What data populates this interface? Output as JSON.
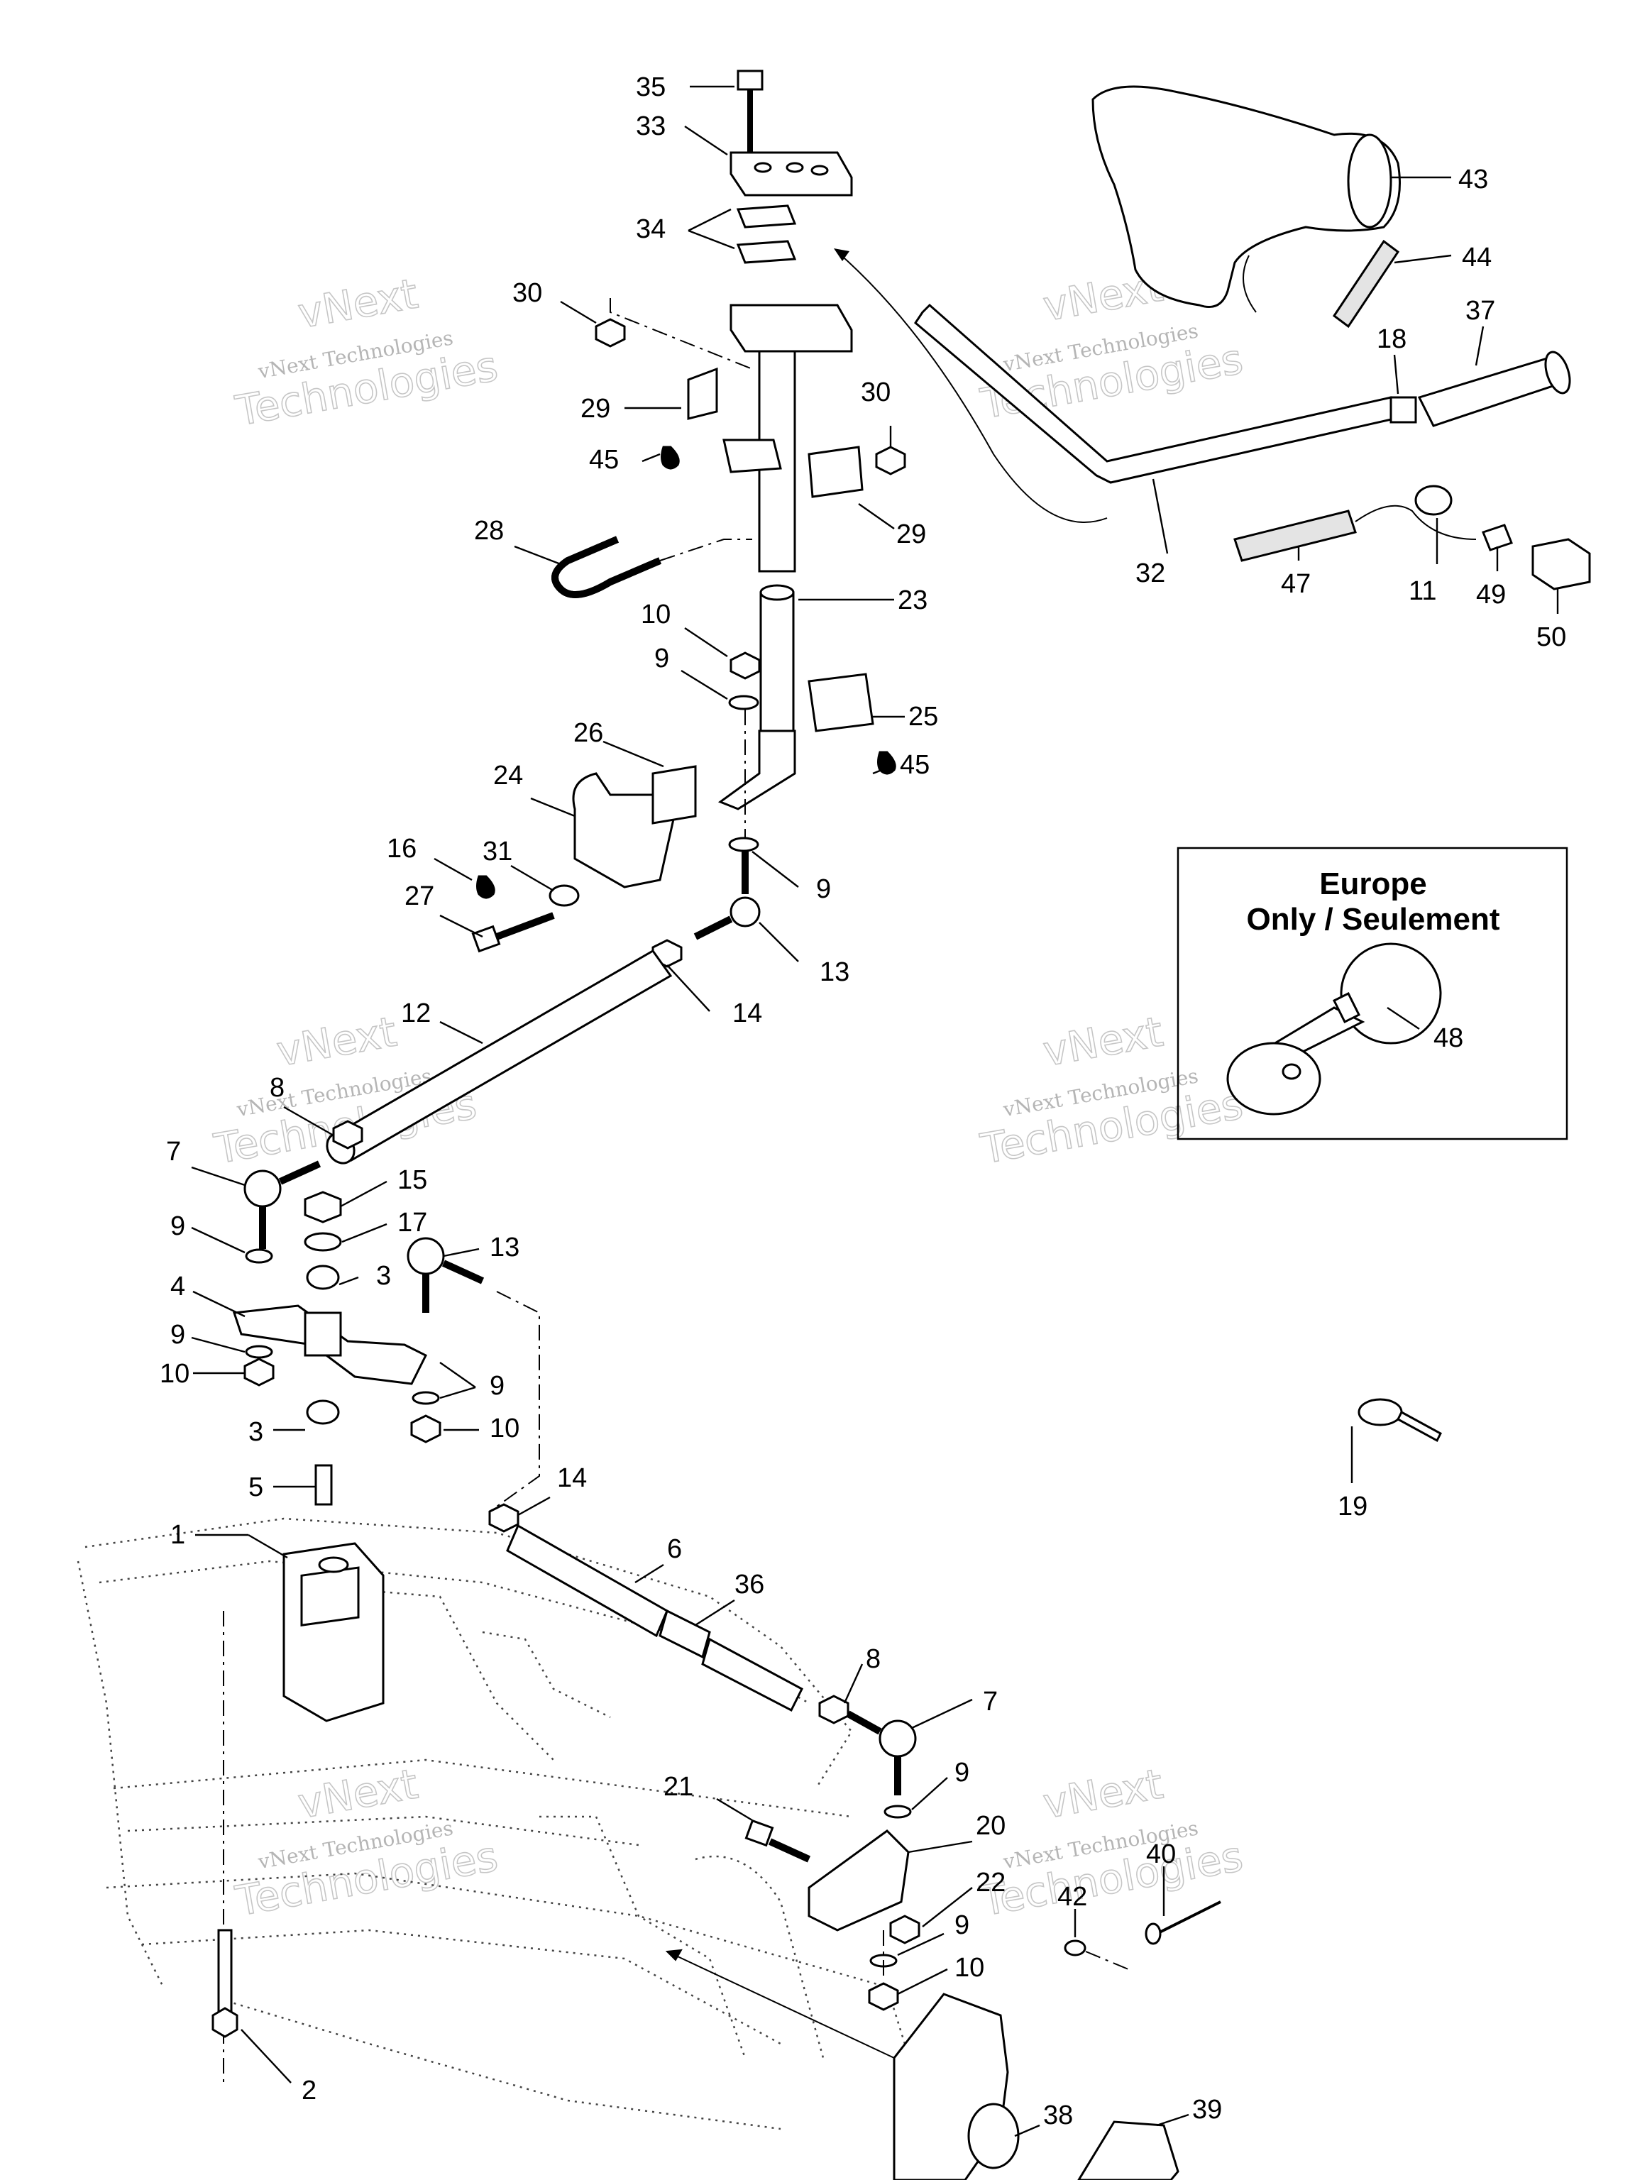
{
  "watermark": {
    "line1": "vNext Technologies",
    "line2": "vNext",
    "line3": "Technologies"
  },
  "inset": {
    "title_line1": "Europe",
    "title_line2": "Only / Seulement"
  },
  "callouts": [
    "35",
    "33",
    "34",
    "30",
    "29",
    "45",
    "30",
    "29",
    "28",
    "23",
    "10",
    "9",
    "25",
    "45",
    "26",
    "24",
    "16",
    "31",
    "27",
    "9",
    "13",
    "14",
    "12",
    "8",
    "7",
    "15",
    "17",
    "9",
    "13",
    "4",
    "3",
    "9",
    "10",
    "9",
    "3",
    "10",
    "5",
    "14",
    "1",
    "6",
    "36",
    "8",
    "7",
    "9",
    "21",
    "20",
    "22",
    "9",
    "10",
    "42",
    "40",
    "2",
    "38",
    "39",
    "43",
    "44",
    "37",
    "18",
    "32",
    "47",
    "11",
    "49",
    "50",
    "48",
    "19"
  ]
}
